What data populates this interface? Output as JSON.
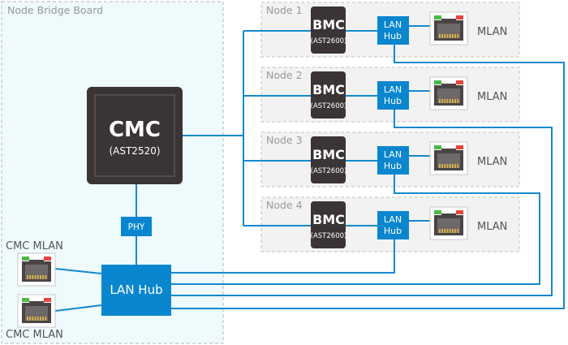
{
  "board": {
    "title": "Node Bridge Board"
  },
  "cmc": {
    "title": "CMC",
    "subtitle": "(AST2520)"
  },
  "phy": {
    "label": "PHY"
  },
  "main_hub": {
    "label": "LAN Hub"
  },
  "cmc_ports": [
    {
      "label": "CMC MLAN"
    },
    {
      "label": "CMC MLAN"
    }
  ],
  "nodes": [
    {
      "title": "Node 1",
      "bmc_title": "BMC",
      "bmc_subtitle": "(AST2600)",
      "hub_line1": "LAN",
      "hub_line2": "Hub",
      "port_label": "MLAN"
    },
    {
      "title": "Node 2",
      "bmc_title": "BMC",
      "bmc_subtitle": "(AST2600)",
      "hub_line1": "LAN",
      "hub_line2": "Hub",
      "port_label": "MLAN"
    },
    {
      "title": "Node 3",
      "bmc_title": "BMC",
      "bmc_subtitle": "(AST2600)",
      "hub_line1": "LAN",
      "hub_line2": "Hub",
      "port_label": "MLAN"
    },
    {
      "title": "Node 4",
      "bmc_title": "BMC",
      "bmc_subtitle": "(AST2600)",
      "hub_line1": "LAN",
      "hub_line2": "Hub",
      "port_label": "MLAN"
    }
  ],
  "colors": {
    "link_blue": "#1589cf",
    "hub_blue": "#0a86cf",
    "chip_dark": "#3a3435",
    "board_fill": "#eefafb",
    "node_fill": "#f2f2f2",
    "led_green": "#4cb848",
    "led_red": "#e8453c"
  }
}
